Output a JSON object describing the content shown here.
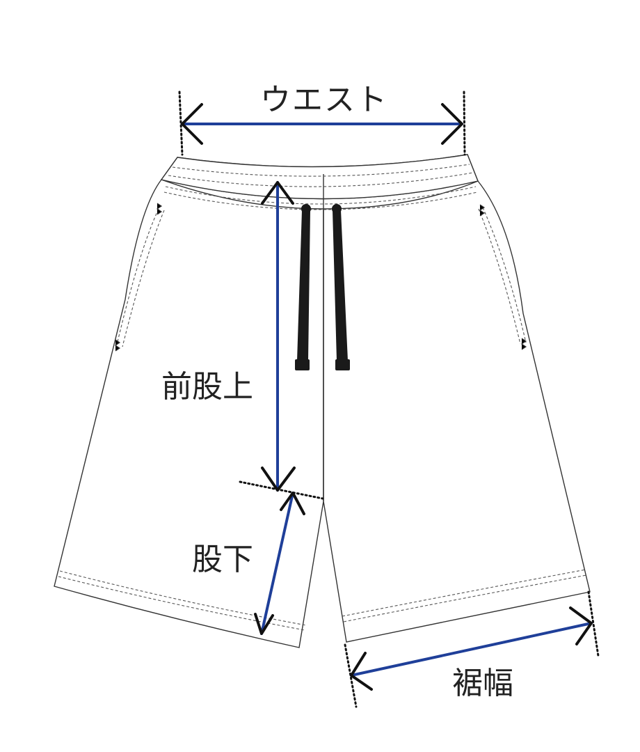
{
  "labels": {
    "waist": "ウエスト",
    "front_rise": "前股上",
    "inseam": "股下",
    "hem_width": "裾幅"
  },
  "colors": {
    "arrow": "#1f3f99",
    "garment_line": "#333333",
    "stitch": "#555555",
    "drawcord": "#1a1a1a",
    "label_text": "#222222"
  }
}
